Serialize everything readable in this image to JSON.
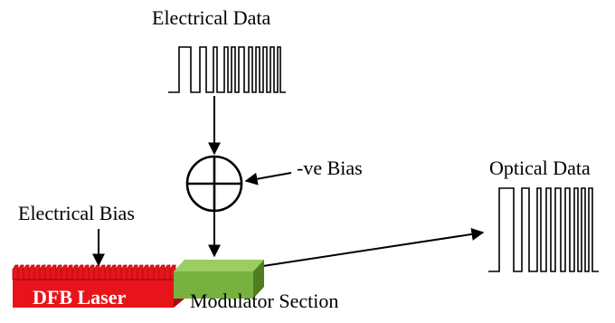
{
  "labels": {
    "electrical_data": "Electrical Data",
    "ve_bias": "-ve Bias",
    "electrical_bias": "Electrical Bias",
    "optical_data": "Optical Data",
    "dfb_laser": "DFB Laser",
    "modulator_section": "Modulator Section"
  },
  "colors": {
    "laser_red": "#e8141c",
    "laser_dark_red": "#a90c10",
    "modulator_green": "#77b241",
    "modulator_dark_green": "#4e7d22",
    "line": "#000000"
  }
}
